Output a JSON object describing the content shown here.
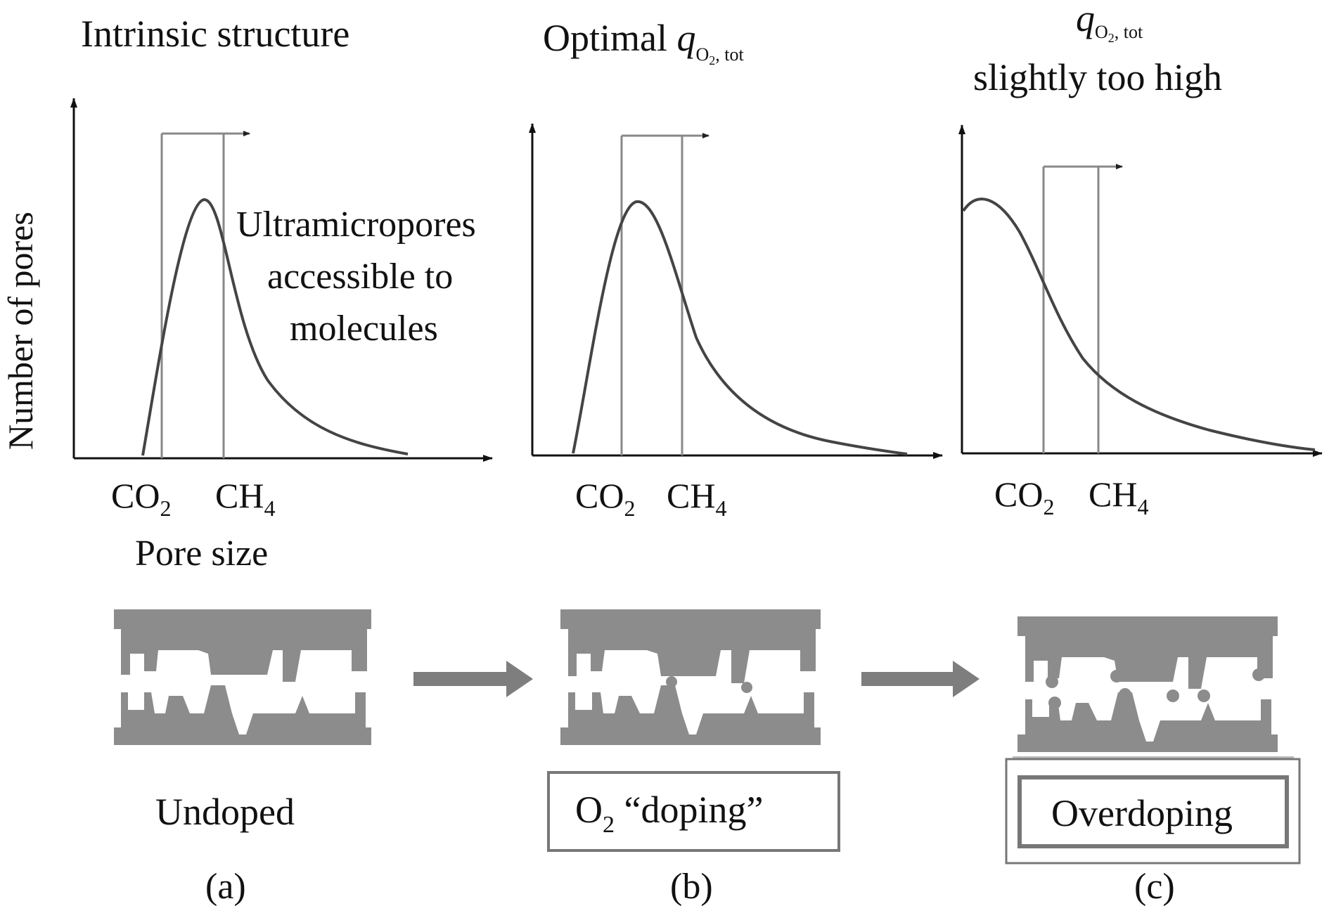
{
  "panels": [
    {
      "id": "a",
      "title": "Intrinsic structure",
      "ylabel": "Number of pores",
      "xlabel": "Pore size",
      "annotation": [
        "Ultramicropores",
        "accessible to",
        "molecules"
      ],
      "tick_co2": "CO",
      "tick_co2_sub": "2",
      "tick_ch4": "CH",
      "tick_ch4_sub": "4",
      "state_label": "Undoped",
      "caption": "(a)"
    },
    {
      "id": "b",
      "title_prefix": "Optimal ",
      "title_q": "q",
      "title_q_sub": "O",
      "title_q_subsub": "2",
      "title_q_sub_tail": ", tot",
      "tick_co2": "CO",
      "tick_co2_sub": "2",
      "tick_ch4": "CH",
      "tick_ch4_sub": "4",
      "state_label_prefix": "O",
      "state_label_sub": "2",
      "state_label_tail": " “doping”",
      "caption": "(b)"
    },
    {
      "id": "c",
      "title_q": "q",
      "title_q_sub": "O",
      "title_q_subsub": "2",
      "title_q_sub_tail": ", tot",
      "title_line2": "slightly too high",
      "tick_co2": "CO",
      "tick_co2_sub": "2",
      "tick_ch4": "CH",
      "tick_ch4_sub": "4",
      "state_label": "Overdoping",
      "caption": "(c)"
    }
  ],
  "colors": {
    "axis": "#111111",
    "curve": "#444444",
    "guide": "#888888",
    "material": "#8c8c8c",
    "arrow": "#7e7e7e",
    "box": "#777777"
  }
}
